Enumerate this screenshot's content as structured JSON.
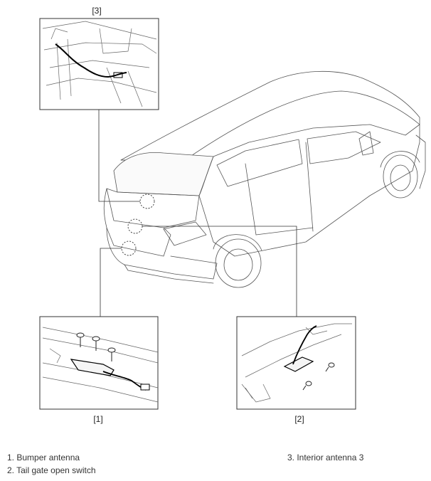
{
  "callouts": {
    "c1": "[1]",
    "c2": "[2]",
    "c3": "[3]"
  },
  "legend": {
    "item1": "1. Bumper antenna",
    "item2": "2. Tail gate open switch",
    "item3": "3. Interior antenna 3"
  }
}
